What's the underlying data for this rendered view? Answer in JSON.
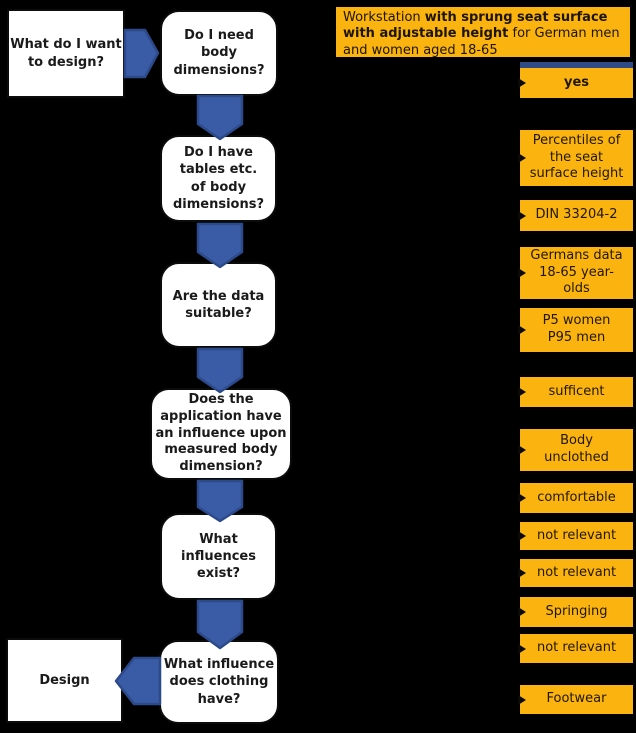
{
  "title": {
    "part1": "Workstation ",
    "part2_bold": "with sprung seat surface with adjustable height",
    "part3": " for German men and women aged 18-65"
  },
  "flow": [
    {
      "id": "start",
      "text": "What do I want\nto design?"
    },
    {
      "id": "q1",
      "text": "Do I need\nbody\ndimensions?"
    },
    {
      "id": "q2",
      "text": "Do I have\ntables etc.\nof body\ndimensions?"
    },
    {
      "id": "q3",
      "text": "Are the data\nsuitable?"
    },
    {
      "id": "q4",
      "text": "Does the\napplication have\nan influence upon\nmeasured body\ndimension?"
    },
    {
      "id": "q5",
      "text": "What\ninfluences\nexist?"
    },
    {
      "id": "q6",
      "text": "What influence\ndoes clothing\nhave?"
    },
    {
      "id": "design",
      "text": "Design"
    }
  ],
  "answers": [
    {
      "text": "yes",
      "bold": true
    },
    {
      "text": "Percentiles of\nthe seat\nsurface height"
    },
    {
      "text": "DIN 33204-2"
    },
    {
      "text": "Germans data\n18-65 year-\nolds"
    },
    {
      "text": "P5 women\nP95 men"
    },
    {
      "text": "sufficent"
    },
    {
      "text": "Body\nunclothed"
    },
    {
      "text": "comfortable"
    },
    {
      "text": "not relevant"
    },
    {
      "text": "not relevant"
    },
    {
      "text": "Springing"
    },
    {
      "text": "not relevant"
    },
    {
      "text": "Footwear"
    }
  ],
  "colors": {
    "background": "#000000",
    "accent_orange": "#FBB30F",
    "arrow_blue": "#3A5BA6",
    "arrow_blue_dark": "#2C4A8A",
    "box_fill": "#FFFFFF",
    "box_border": "#0B0B0B"
  }
}
